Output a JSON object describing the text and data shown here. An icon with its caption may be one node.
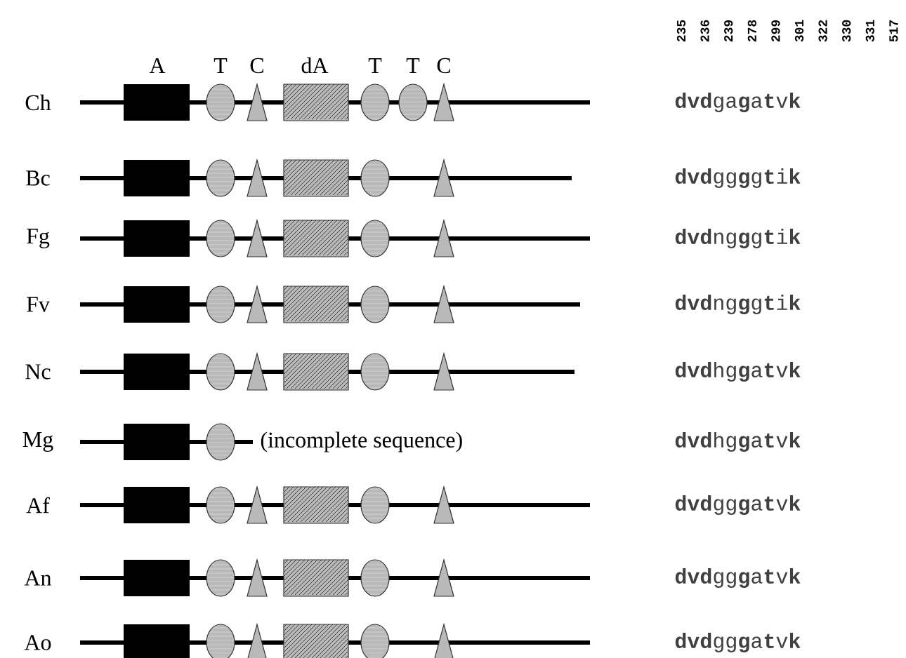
{
  "diagram": {
    "labels": [
      "235",
      "236",
      "239",
      "278",
      "299",
      "301",
      "322",
      "330",
      "331",
      "517",
      "A",
      "T",
      "C",
      "dA",
      "T",
      "T",
      "C",
      "Ch",
      "**dvd**ga**g**a**t**v**k**",
      "Bc",
      "**dvd**gg**g**g**t**i**k**",
      "Fg",
      "**dvd**ng**g**g**t**i**k**",
      "Fv",
      "**dvd**ng**g**g**t**i**k**",
      "Nc",
      "**dvd**hg**g**a**t**v**k**",
      "Mg",
      "(incomplete sequence)",
      "**dvd**hg**g**a**t**v**k**",
      "Af",
      "**dvd**gg**g**a**t**v**k**",
      "An",
      "**dvd**gg**g**a**t**v**k**",
      "Ao",
      "**dvd**gg**g**a**t**v**k**"
    ]
  }
}
